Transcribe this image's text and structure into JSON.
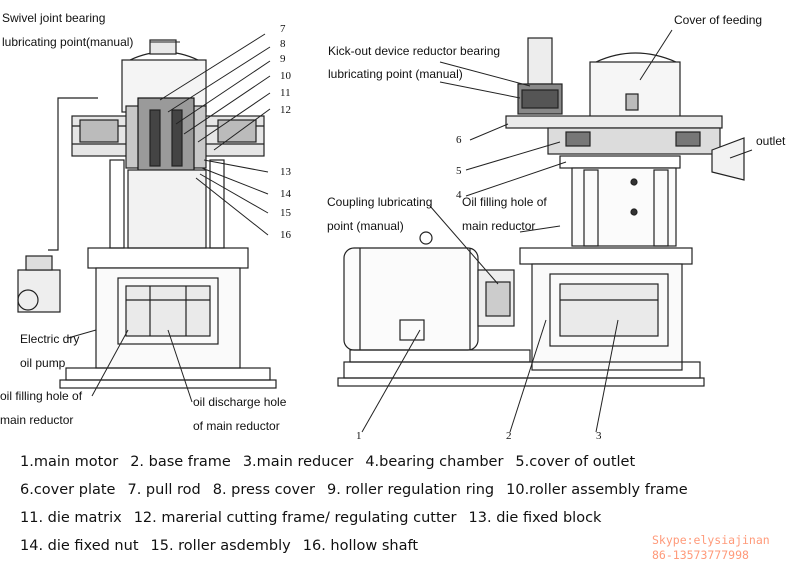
{
  "callouts": {
    "swivel_line1": "Swivel joint bearing",
    "swivel_line2": "lubricating point(manual)",
    "kickout_line1": "Kick-out device reductor bearing",
    "kickout_line2": "lubricating point (manual)",
    "cover_feeding": "Cover of feeding",
    "outlet": "outlet",
    "coupling_line1": "Coupling lubricating",
    "coupling_line2": "point (manual)",
    "oilfill_line1": "Oil filling hole of",
    "oilfill_line2": "main reductor",
    "dry_pump_line1": "Electric dry",
    "dry_pump_line2": "oil pump",
    "oilfill_left_line1": "oil filling hole of",
    "oilfill_left_line2": "main reductor",
    "discharge_line1": "oil discharge hole",
    "discharge_line2": "of main reductor"
  },
  "numbers_left": [
    "7",
    "8",
    "9",
    "10",
    "11",
    "12",
    "13",
    "14",
    "15",
    "16"
  ],
  "numbers_right": [
    "6",
    "5",
    "4",
    "1",
    "2",
    "3"
  ],
  "legend": [
    [
      "1.main motor",
      "2. base frame",
      "3.main reducer",
      "4.bearing chamber",
      "5.cover of outlet"
    ],
    [
      "6.cover plate",
      "7. pull rod",
      "8. press cover",
      "9. roller regulation ring",
      "10.roller assembly frame"
    ],
    [
      "11. die matrix",
      "12. marerial cutting frame/ regulating cutter",
      "13. die fixed block"
    ],
    [
      "14. die fixed nut",
      "15. roller asdembly",
      "16. hollow shaft"
    ]
  ],
  "watermark": {
    "line1": "Skype:elysiajinan",
    "line2": "86-13573777998"
  }
}
